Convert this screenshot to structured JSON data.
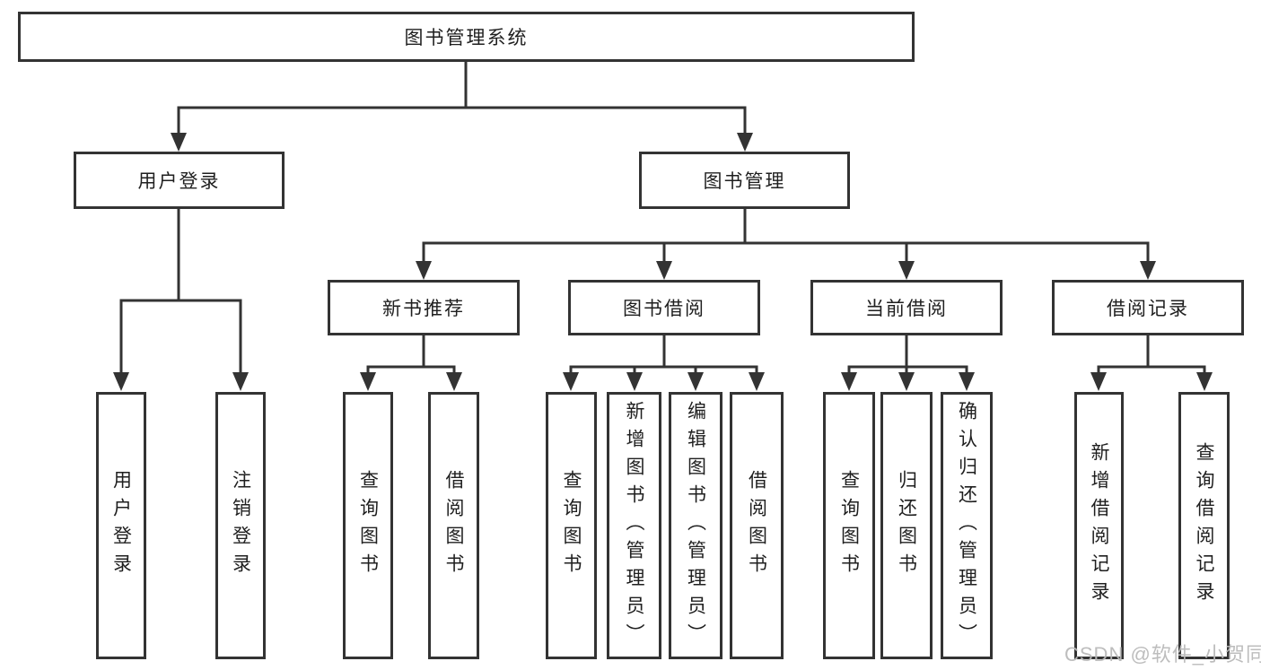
{
  "watermark": "CSDN @软件_小贺同学",
  "tree": {
    "label": "图书管理系统",
    "children": [
      {
        "label": "用户登录",
        "children": [
          {
            "label": "用户登录"
          },
          {
            "label": "注销登录"
          }
        ]
      },
      {
        "label": "图书管理",
        "children": [
          {
            "label": "新书推荐",
            "children": [
              {
                "label": "查询图书"
              },
              {
                "label": "借阅图书"
              }
            ]
          },
          {
            "label": "图书借阅",
            "children": [
              {
                "label": "查询图书"
              },
              {
                "label": "新增图书（管理员）"
              },
              {
                "label": "编辑图书（管理员）"
              },
              {
                "label": "借阅图书"
              }
            ]
          },
          {
            "label": "当前借阅",
            "children": [
              {
                "label": "查询图书"
              },
              {
                "label": "归还图书"
              },
              {
                "label": "确认归还（管理员）"
              }
            ]
          },
          {
            "label": "借阅记录",
            "children": [
              {
                "label": "新增借阅记录"
              },
              {
                "label": "查询借阅记录"
              }
            ]
          }
        ]
      }
    ]
  },
  "colors": {
    "line": "#333333",
    "text": "#1f1f1f",
    "watermark": "#b9b9b9"
  }
}
